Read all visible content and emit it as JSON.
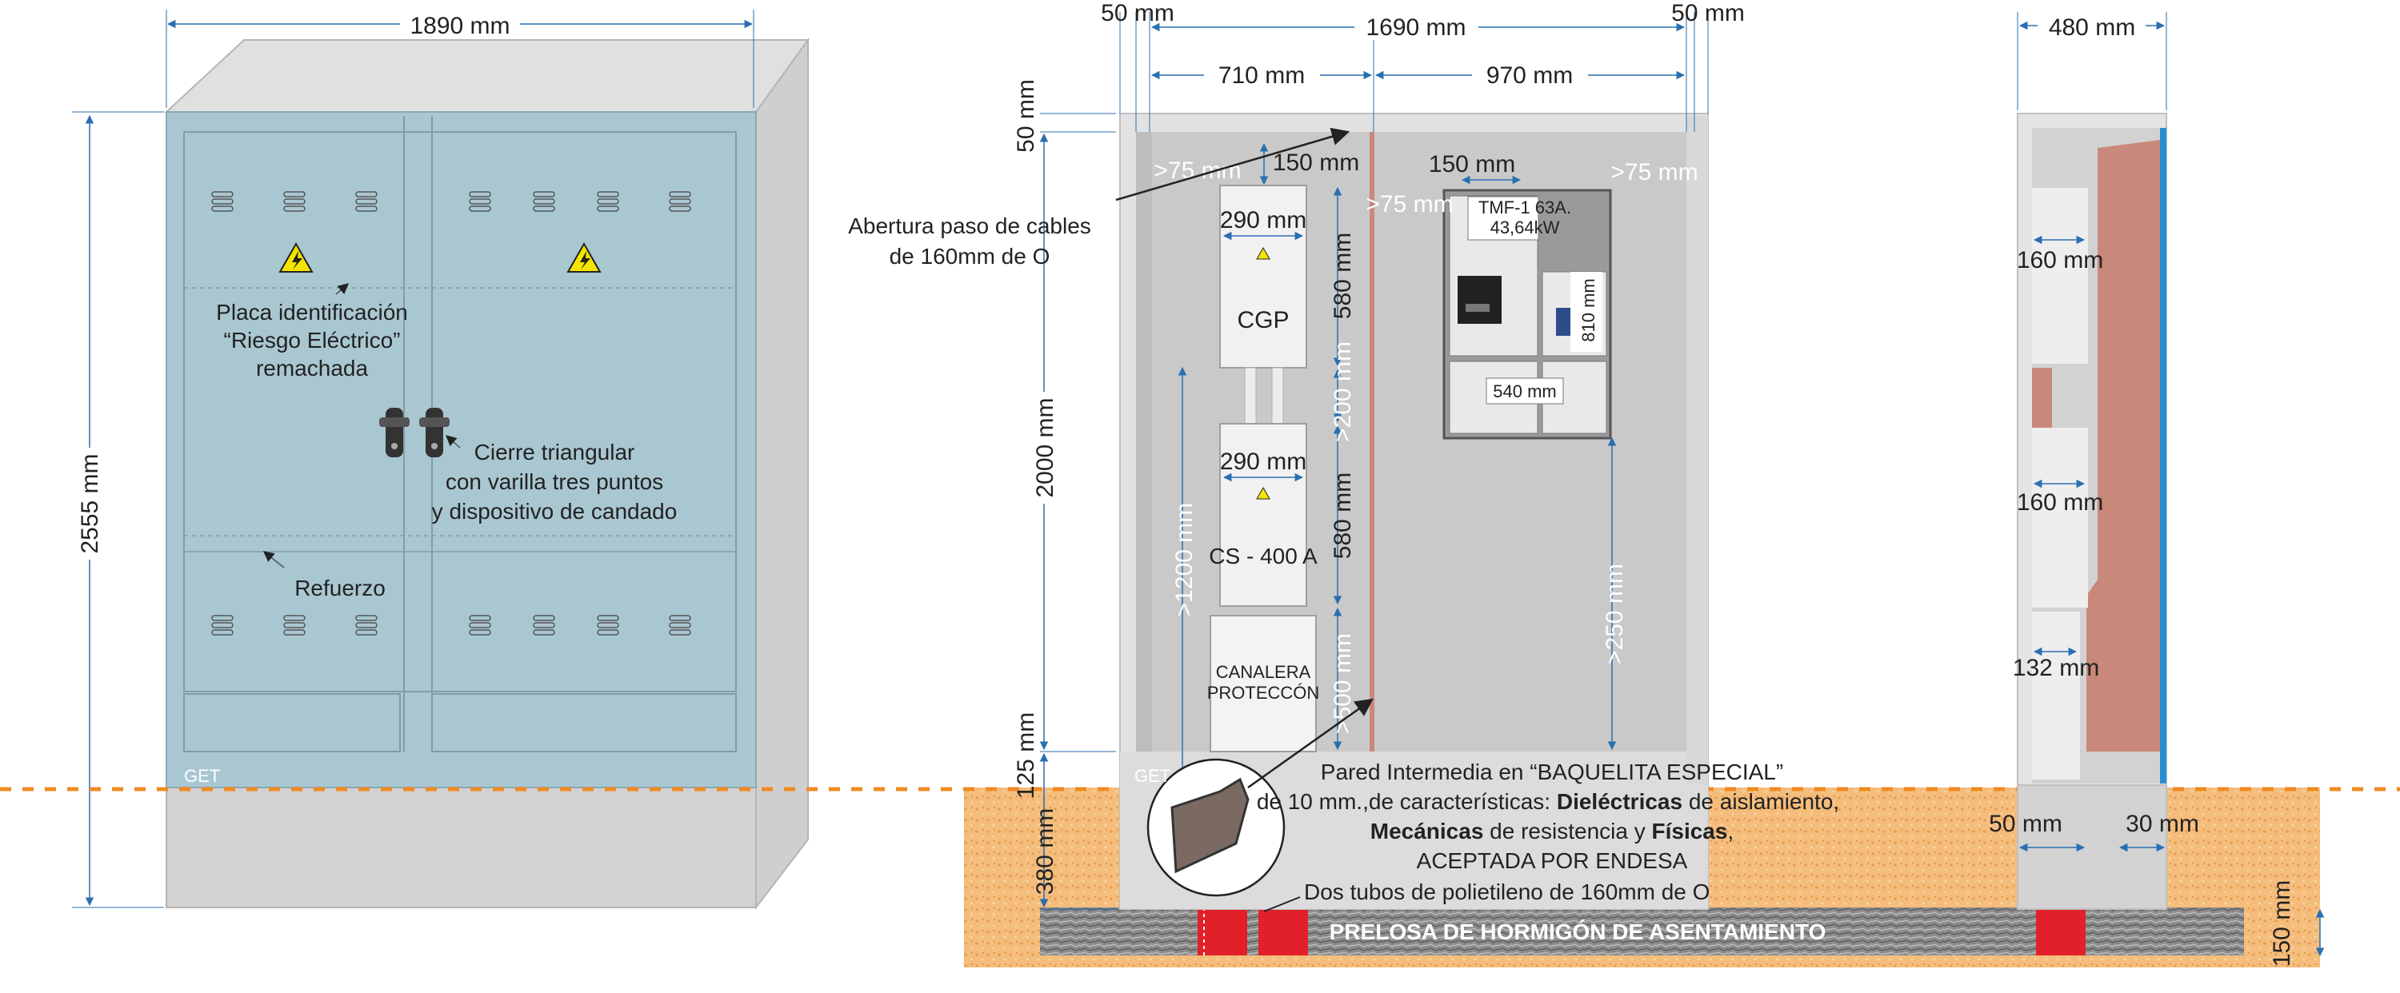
{
  "front": {
    "width_dim": "1890 mm",
    "height_dim": "2555 mm",
    "label_placa": [
      "Placa identificación",
      "“Riesgo Eléctrico”",
      "remachada"
    ],
    "label_cierre": [
      "Cierre triangular",
      "con varilla tres puntos",
      "y dispositivo de candado"
    ],
    "label_refuerzo": "Refuerzo",
    "brand": "GET"
  },
  "section": {
    "dim_top_left": "50 mm",
    "dim_top_mid": "1690 mm",
    "dim_top_right": "50 mm",
    "dim_left_col": "710 mm",
    "dim_right_col": "970 mm",
    "dim_50_vert": "50 mm",
    "dim_2000": "2000 mm",
    "dim_125": "125 mm",
    "dim_380": "380 mm",
    "gt75_a": ">75 mm",
    "gt150": "150 mm",
    "gt75_b": ">75 mm",
    "d150": "150 mm",
    "gt75_c": ">75 mm",
    "cgp_width": "290 mm",
    "cgp_label": "CGP",
    "cgp_height": "580 mm",
    "gap_200": ">200 mm",
    "cs_width": "290 mm",
    "cs_label": "CS - 400 A",
    "cs_height": "580 mm",
    "gap_500": ">500 mm",
    "gt1200": ">1200 mm",
    "canalera": [
      "CANALERA",
      "PROTECCÓN"
    ],
    "tmf_label": [
      "TMF-1 63A.",
      "43,64kW"
    ],
    "tmf_height": "810 mm",
    "tmf_width": "540 mm",
    "gt250": ">250 mm",
    "abertura": [
      "Abertura paso de cables",
      "de 160mm de O"
    ],
    "pared": [
      "Pared Intermedia en “BAQUELITA ESPECIAL”",
      "de 10 mm.,de características: ",
      "Dieléctricas",
      " de aislamiento,",
      "Mecánicas",
      " de resistencia y ",
      "Físicas",
      ",",
      "ACEPTADA POR ENDESA"
    ],
    "tubos": "Dos tubos de polietileno de 160mm de O",
    "prelosa": "PRELOSA DE HORMIGÓN DE ASENTAMIENTO",
    "brand": "GET"
  },
  "side": {
    "depth_dim": "480 mm",
    "d160a": "160 mm",
    "d160b": "160 mm",
    "d132": "132 mm",
    "d50": "50 mm",
    "d30": "30 mm",
    "d150": "150 mm"
  },
  "colors": {
    "door": "#a9c7d1",
    "cabinet_grey": "#cfcfcf",
    "soil": "#f2b774",
    "ground_line": "#f08a24",
    "dim_line": "#2a6fb0",
    "tube_red": "#e2202a",
    "baquelita": "#c8887a"
  }
}
